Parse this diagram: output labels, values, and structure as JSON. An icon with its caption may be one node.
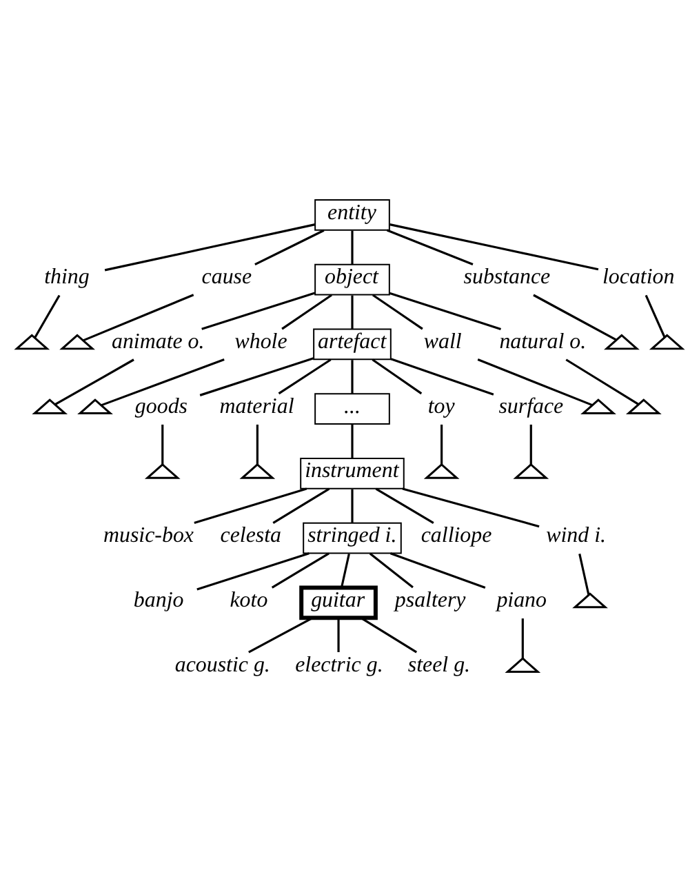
{
  "diagram": {
    "nodes": [
      {
        "text": [
          "entity"
        ]
      },
      {
        "text": [
          "thing"
        ]
      },
      {
        "text": [
          "cause"
        ]
      },
      {
        "text": [
          "object"
        ]
      },
      {
        "text": [
          "substance"
        ]
      },
      {
        "text": [
          "location"
        ]
      },
      {
        "text": [],
        "shape": "fork"
      },
      {
        "text": [],
        "shape": "fork"
      },
      {
        "text": [],
        "shape": "fork"
      },
      {
        "text": [],
        "shape": "fork"
      },
      {
        "text": [
          "animate o."
        ]
      },
      {
        "text": [
          "whole"
        ]
      },
      {
        "text": [
          "artefact"
        ]
      },
      {
        "text": [
          "wall"
        ]
      },
      {
        "text": [
          "natural o."
        ]
      },
      {
        "text": [],
        "shape": "fork"
      },
      {
        "text": [],
        "shape": "fork"
      },
      {
        "text": [],
        "shape": "fork"
      },
      {
        "text": [],
        "shape": "fork"
      },
      {
        "text": [
          "goods"
        ]
      },
      {
        "text": [
          "material"
        ]
      },
      {
        "text": [
          "..."
        ]
      },
      {
        "text": [
          "toy"
        ]
      },
      {
        "text": [
          "surface"
        ]
      },
      {
        "text": [],
        "shape": "fork"
      },
      {
        "text": [],
        "shape": "fork"
      },
      {
        "text": [],
        "shape": "fork"
      },
      {
        "text": [],
        "shape": "fork"
      },
      {
        "text": [
          "instrument"
        ]
      },
      {
        "text": [
          "music-box"
        ]
      },
      {
        "text": [
          "celesta"
        ]
      },
      {
        "text": [
          "stringed i."
        ]
      },
      {
        "text": [
          "calliope"
        ]
      },
      {
        "text": [
          "wind i."
        ]
      },
      {
        "text": [],
        "shape": "fork"
      },
      {
        "text": [
          "banjo"
        ]
      },
      {
        "text": [
          "koto"
        ]
      },
      {
        "text": [
          "guitar"
        ]
      },
      {
        "text": [
          "psaltery"
        ]
      },
      {
        "text": [
          "piano"
        ]
      },
      {
        "text": [],
        "shape": "fork"
      },
      {
        "text": [
          "acoustic g."
        ]
      },
      {
        "text": [
          "electric g."
        ]
      },
      {
        "text": [
          "steel g."
        ]
      }
    ],
    "edges": [
      {
        "from": 0,
        "to": 1,
        "arrow": "none"
      },
      {
        "from": 0,
        "to": 2,
        "arrow": "none"
      },
      {
        "from": 0,
        "to": 3,
        "arrow": "none"
      },
      {
        "from": 0,
        "to": 4,
        "arrow": "none"
      },
      {
        "from": 0,
        "to": 5,
        "arrow": "none"
      },
      {
        "from": 1,
        "to": 6,
        "arrow": "none"
      },
      {
        "from": 2,
        "to": 7,
        "arrow": "none"
      },
      {
        "from": 4,
        "to": 8,
        "arrow": "none"
      },
      {
        "from": 5,
        "to": 9,
        "arrow": "none"
      },
      {
        "from": 3,
        "to": 10,
        "arrow": "none"
      },
      {
        "from": 3,
        "to": 11,
        "arrow": "none"
      },
      {
        "from": 3,
        "to": 12,
        "arrow": "none"
      },
      {
        "from": 3,
        "to": 13,
        "arrow": "none"
      },
      {
        "from": 3,
        "to": 14,
        "arrow": "none"
      },
      {
        "from": 10,
        "to": 15,
        "arrow": "none"
      },
      {
        "from": 11,
        "to": 16,
        "arrow": "none"
      },
      {
        "from": 13,
        "to": 17,
        "arrow": "none"
      },
      {
        "from": 14,
        "to": 18,
        "arrow": "none"
      },
      {
        "from": 12,
        "to": 19,
        "arrow": "none"
      },
      {
        "from": 12,
        "to": 20,
        "arrow": "none"
      },
      {
        "from": 12,
        "to": 21,
        "arrow": "none"
      },
      {
        "from": 12,
        "to": 22,
        "arrow": "none"
      },
      {
        "from": 12,
        "to": 23,
        "arrow": "none"
      },
      {
        "from": 19,
        "to": 24,
        "arrow": "none"
      },
      {
        "from": 20,
        "to": 25,
        "arrow": "none"
      },
      {
        "from": 22,
        "to": 26,
        "arrow": "none"
      },
      {
        "from": 23,
        "to": 27,
        "arrow": "none"
      },
      {
        "from": 21,
        "to": 28,
        "arrow": "none"
      },
      {
        "from": 28,
        "to": 29,
        "arrow": "none"
      },
      {
        "from": 28,
        "to": 30,
        "arrow": "none"
      },
      {
        "from": 28,
        "to": 31,
        "arrow": "none"
      },
      {
        "from": 28,
        "to": 32,
        "arrow": "none"
      },
      {
        "from": 28,
        "to": 33,
        "arrow": "none"
      },
      {
        "from": 33,
        "to": 34,
        "arrow": "none"
      },
      {
        "from": 31,
        "to": 35,
        "arrow": "none"
      },
      {
        "from": 31,
        "to": 36,
        "arrow": "none"
      },
      {
        "from": 31,
        "to": 37,
        "arrow": "none"
      },
      {
        "from": 31,
        "to": 38,
        "arrow": "none"
      },
      {
        "from": 31,
        "to": 39,
        "arrow": "none"
      },
      {
        "from": 39,
        "to": 40,
        "arrow": "none"
      },
      {
        "from": 37,
        "to": 41,
        "arrow": "none"
      },
      {
        "from": 37,
        "to": 42,
        "arrow": "none"
      },
      {
        "from": 37,
        "to": 43,
        "arrow": "none"
      }
    ]
  }
}
